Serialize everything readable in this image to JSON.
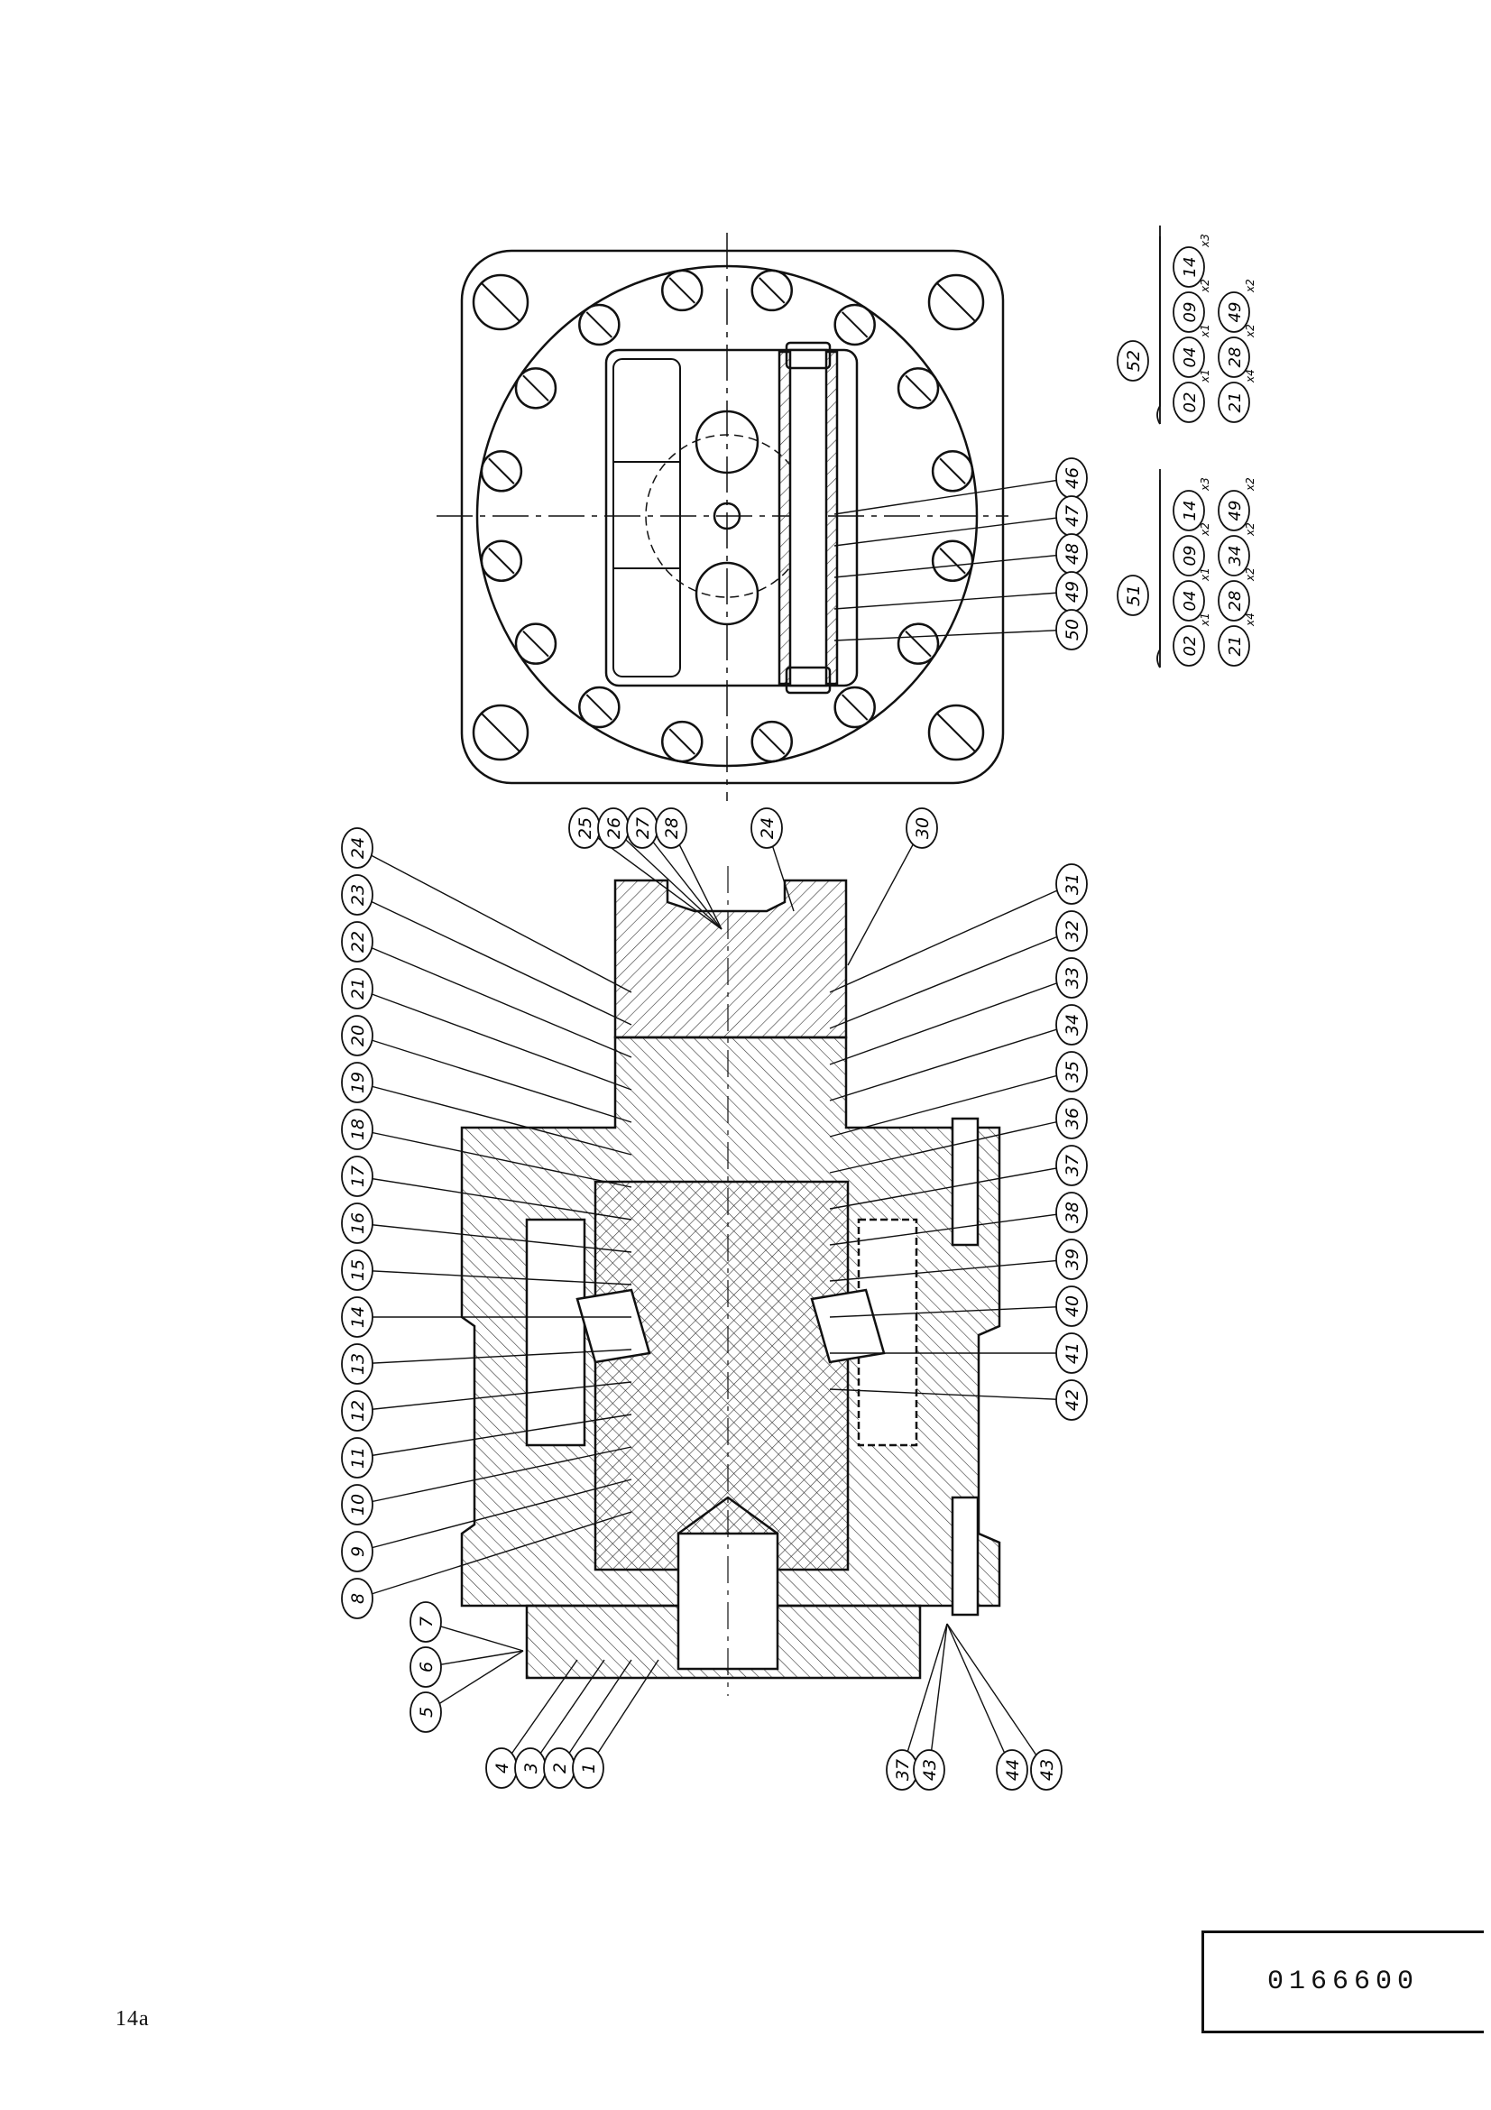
{
  "page": {
    "number": "14a",
    "doc_number": "0166600"
  },
  "callouts": {
    "section_top": [
      "25",
      "26",
      "27",
      "28",
      "24",
      "30"
    ],
    "section_upper": [
      "24",
      "23",
      "22",
      "21",
      "20",
      "19",
      "18",
      "17",
      "16",
      "15",
      "14",
      "13",
      "12",
      "11",
      "10",
      "9",
      "8"
    ],
    "section_lower_left": [
      "5",
      "6",
      "7",
      "4",
      "3",
      "2",
      "1"
    ],
    "section_lower_right": [
      "37",
      "43",
      "44",
      "43"
    ],
    "section_right": [
      "31",
      "32",
      "33",
      "34",
      "35",
      "36",
      "37",
      "38",
      "39",
      "40",
      "41",
      "42"
    ],
    "end_view": [
      "46",
      "47",
      "48",
      "49",
      "50"
    ]
  },
  "kit_51": {
    "label": "51",
    "row1": [
      {
        "n": "02",
        "q": "x1"
      },
      {
        "n": "04",
        "q": "x1"
      },
      {
        "n": "09",
        "q": "x2"
      },
      {
        "n": "14",
        "q": "x3"
      }
    ],
    "row2": [
      {
        "n": "21",
        "q": "x4"
      },
      {
        "n": "28",
        "q": "x2"
      },
      {
        "n": "34",
        "q": "x2"
      },
      {
        "n": "49",
        "q": "x2"
      }
    ]
  },
  "kit_52": {
    "label": "52",
    "row1": [
      {
        "n": "02",
        "q": "x1"
      },
      {
        "n": "04",
        "q": "x1"
      },
      {
        "n": "09",
        "q": "x2"
      },
      {
        "n": "14",
        "q": "x3"
      }
    ],
    "row2": [
      {
        "n": "21",
        "q": "x4"
      },
      {
        "n": "28",
        "q": "x2"
      },
      {
        "n": "49",
        "q": "x2"
      }
    ]
  }
}
